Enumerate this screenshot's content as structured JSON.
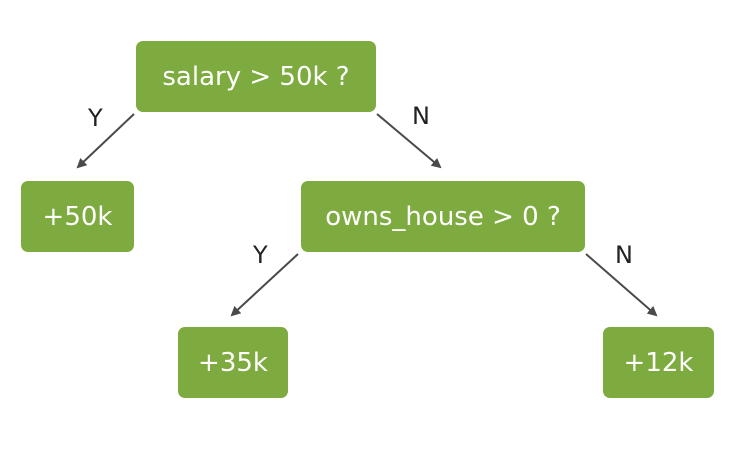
{
  "tree": {
    "root": {
      "label": "salary > 50k ?",
      "yes_label": "Y",
      "no_label": "N"
    },
    "yes_leaf": {
      "label": "+50k"
    },
    "inner": {
      "label": "owns_house > 0 ?",
      "yes_label": "Y",
      "no_label": "N"
    },
    "inner_yes_leaf": {
      "label": "+35k"
    },
    "inner_no_leaf": {
      "label": "+12k"
    }
  },
  "colors": {
    "node_fill": "#7dab3f",
    "node_text": "#ffffff",
    "edge": "#4a4a4a"
  }
}
